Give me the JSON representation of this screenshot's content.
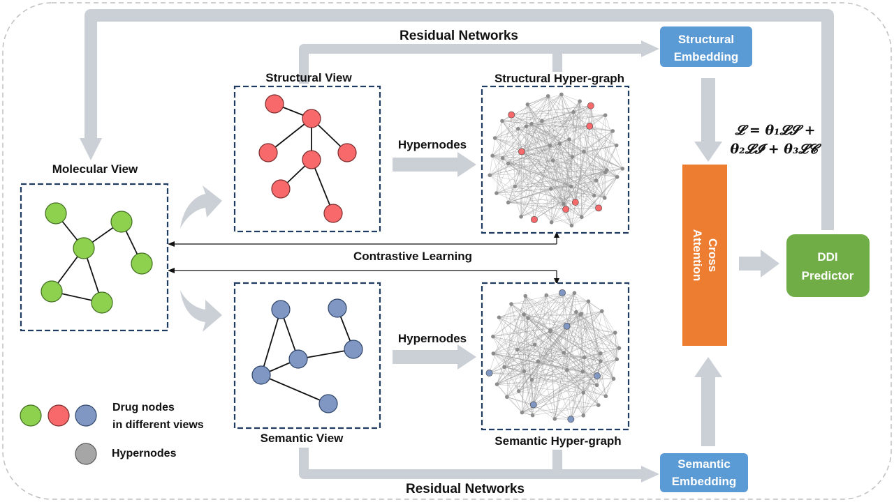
{
  "labels": {
    "molecular_view": "Molecular View",
    "structural_view": "Structural View",
    "semantic_view": "Semantic View",
    "structural_hypergraph": "Structural Hyper-graph",
    "semantic_hypergraph": "Semantic Hyper-graph",
    "hypernodes_top": "Hypernodes",
    "hypernodes_bottom": "Hypernodes",
    "residual_top": "Residual Networks",
    "residual_bottom": "Residual Networks",
    "contrastive": "Contrastive Learning"
  },
  "boxes": {
    "structural_embedding": [
      "Structural",
      "Embedding"
    ],
    "semantic_embedding": [
      "Semantic",
      "Embedding"
    ],
    "cross_attention": [
      "Cross",
      "Attention"
    ],
    "ddi_predictor": [
      "DDI",
      "Predictor"
    ]
  },
  "loss": {
    "line1": "𝓛 = θ₁𝓛𝓢 +",
    "line2": "θ₂𝓛𝓘 + θ₃𝓛𝓒"
  },
  "legend": {
    "drug_nodes_line1": "Drug nodes",
    "drug_nodes_line2": "in different views",
    "hypernodes": "Hypernodes"
  },
  "colors": {
    "green_node": "#8dd14f",
    "red_node": "#f8696b",
    "blue_node": "#7f97c2",
    "gray_node": "#a6a6a6",
    "embedding_box": "#5b9bd5",
    "cross_attention": "#ed7d31",
    "ddi_predictor": "#70ad47",
    "arrow": "#cbd0d6",
    "dashed_box": "#1f3a5f"
  }
}
